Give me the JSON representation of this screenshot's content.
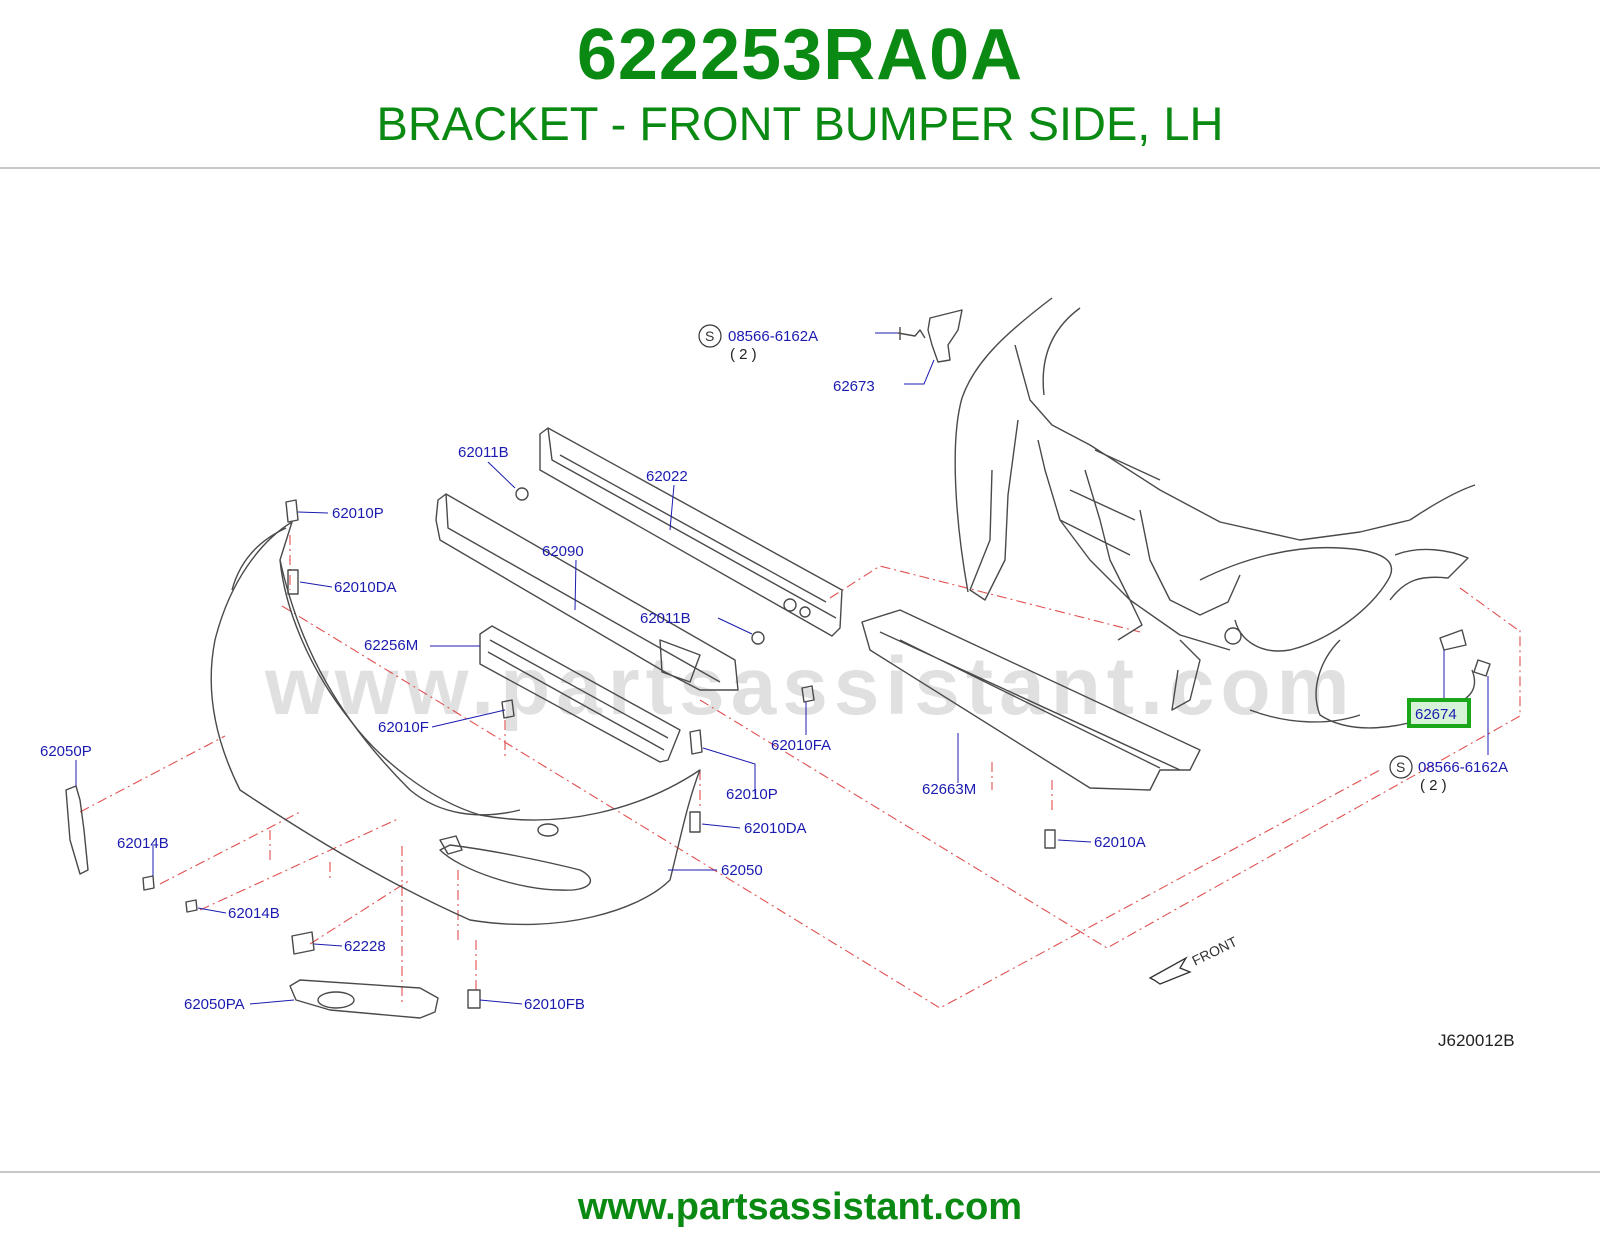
{
  "header": {
    "part_number": "622253RA0A",
    "part_name": "BRACKET - FRONT BUMPER SIDE, LH"
  },
  "diagram": {
    "watermark": "www.partsassistant.com",
    "code": "J620012B",
    "front_label": "FRONT",
    "highlight_part": "62674",
    "screw_marker": "S",
    "labels": {
      "screw_top": "08566-6162A",
      "screw_top_qty": "( 2 )",
      "p62673": "62673",
      "p62011B_top": "62011B",
      "p62022": "62022",
      "p62010P_top": "62010P",
      "p62090": "62090",
      "p62010DA_top": "62010DA",
      "p62011B_mid": "62011B",
      "p62256M": "62256M",
      "p62010F": "62010F",
      "p62010FA": "62010FA",
      "p62050P": "62050P",
      "p62010P_bottom": "62010P",
      "p62663M": "62663M",
      "p62014B_left": "62014B",
      "p62010DA_bottom": "62010DA",
      "p62010A": "62010A",
      "p62050": "62050",
      "p62014B_bottom": "62014B",
      "p62228": "62228",
      "p62050PA": "62050PA",
      "p62010FB": "62010FB",
      "p62674": "62674",
      "screw_right": "08566-6162A",
      "screw_right_qty": "( 2 )"
    }
  },
  "footer": {
    "url": "www.partsassistant.com"
  },
  "colors": {
    "title_green": "#0a8a12",
    "label_blue": "#1b1bb0",
    "highlight_green": "#1aa81a",
    "dash_red": "#e05050"
  }
}
